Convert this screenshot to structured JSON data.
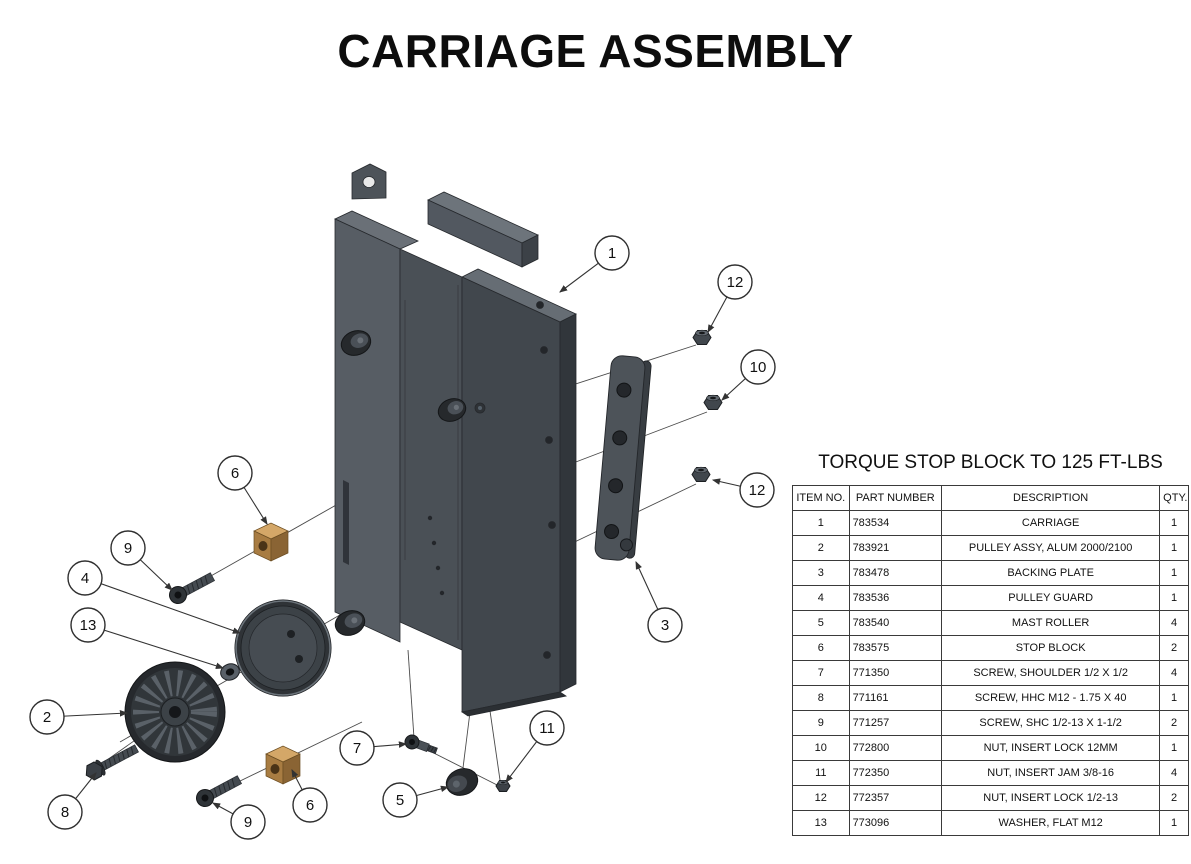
{
  "title": "CARRIAGE ASSEMBLY",
  "note": "TORQUE STOP BLOCK TO 125 FT-LBS",
  "table": {
    "headers": [
      "ITEM NO.",
      "PART NUMBER",
      "DESCRIPTION",
      "QTY."
    ],
    "rows": [
      [
        "1",
        "783534",
        "CARRIAGE",
        "1"
      ],
      [
        "2",
        "783921",
        "PULLEY ASSY, ALUM 2000/2100",
        "1"
      ],
      [
        "3",
        "783478",
        "BACKING PLATE",
        "1"
      ],
      [
        "4",
        "783536",
        "PULLEY GUARD",
        "1"
      ],
      [
        "5",
        "783540",
        "MAST ROLLER",
        "4"
      ],
      [
        "6",
        "783575",
        "STOP BLOCK",
        "2"
      ],
      [
        "7",
        "771350",
        "SCREW, SHOULDER 1/2 X 1/2",
        "4"
      ],
      [
        "8",
        "771161",
        "SCREW, HHC M12 - 1.75 X 40",
        "1"
      ],
      [
        "9",
        "771257",
        "SCREW, SHC 1/2-13 X 1-1/2",
        "2"
      ],
      [
        "10",
        "772800",
        "NUT, INSERT LOCK 12MM",
        "1"
      ],
      [
        "11",
        "772350",
        "NUT, INSERT JAM 3/8-16",
        "4"
      ],
      [
        "12",
        "772357",
        "NUT, INSERT LOCK 1/2-13",
        "2"
      ],
      [
        "13",
        "773096",
        "WASHER, FLAT M12",
        "1"
      ]
    ]
  },
  "balloons": [
    {
      "label": "1"
    },
    {
      "label": "12"
    },
    {
      "label": "10"
    },
    {
      "label": "12"
    },
    {
      "label": "3"
    },
    {
      "label": "6"
    },
    {
      "label": "9"
    },
    {
      "label": "4"
    },
    {
      "label": "13"
    },
    {
      "label": "2"
    },
    {
      "label": "8"
    },
    {
      "label": "9"
    },
    {
      "label": "6"
    },
    {
      "label": "7"
    },
    {
      "label": "5"
    },
    {
      "label": "11"
    }
  ],
  "colors": {
    "steel_dark": "#41474d",
    "steel_mid": "#575d64",
    "steel_light": "#6a7077",
    "bronze": "#c79b5e",
    "leader_line": "#333333"
  }
}
